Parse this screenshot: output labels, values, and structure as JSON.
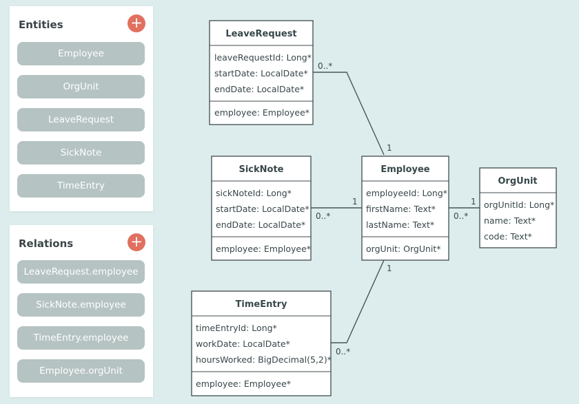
{
  "entities_panel": {
    "title": "Entities",
    "add_label": "+",
    "items": [
      "Employee",
      "OrgUnit",
      "LeaveRequest",
      "SickNote",
      "TimeEntry"
    ]
  },
  "relations_panel": {
    "title": "Relations",
    "add_label": "+",
    "items": [
      "LeaveRequest.employee",
      "SickNote.employee",
      "TimeEntry.employee",
      "Employee.orgUnit"
    ]
  },
  "diagram": {
    "classes": {
      "leaverequest": {
        "name": "LeaveRequest",
        "fields": [
          "leaveRequestId: Long*",
          "startDate: LocalDate*",
          "endDate: LocalDate*"
        ],
        "relations": [
          "employee: Employee*"
        ]
      },
      "sicknote": {
        "name": "SickNote",
        "fields": [
          "sickNoteId: Long*",
          "startDate: LocalDate*",
          "endDate: LocalDate*"
        ],
        "relations": [
          "employee: Employee*"
        ]
      },
      "timeentry": {
        "name": "TimeEntry",
        "fields": [
          "timeEntryId: Long*",
          "workDate: LocalDate*",
          "hoursWorked: BigDecimal(5,2)*"
        ],
        "relations": [
          "employee: Employee*"
        ]
      },
      "employee": {
        "name": "Employee",
        "fields": [
          "employeeId: Long*",
          "firstName: Text*",
          "lastName: Text*"
        ],
        "relations": [
          "orgUnit: OrgUnit*"
        ]
      },
      "orgunit": {
        "name": "OrgUnit",
        "fields": [
          "orgUnitId: Long*",
          "name: Text*",
          "code: Text*"
        ],
        "relations": []
      }
    },
    "edges": {
      "leave_employee": {
        "from_mult": "0..*",
        "to_mult": "1"
      },
      "sick_employee": {
        "from_mult": "0..*",
        "to_mult": "1"
      },
      "time_employee": {
        "from_mult": "0..*",
        "to_mult": "1"
      },
      "employee_orgunit": {
        "from_mult": "0..*",
        "to_mult": "1"
      }
    }
  }
}
